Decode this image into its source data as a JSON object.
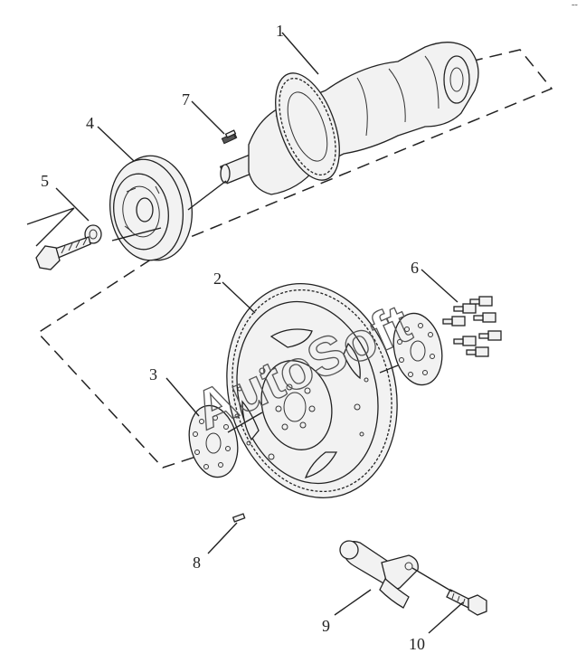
{
  "callouts": [
    {
      "number": "1"
    },
    {
      "number": "2"
    },
    {
      "number": "3"
    },
    {
      "number": "4"
    },
    {
      "number": "5"
    },
    {
      "number": "6"
    },
    {
      "number": "7"
    },
    {
      "number": "8"
    },
    {
      "number": "9"
    },
    {
      "number": "10"
    }
  ],
  "watermark": "AutoSoft",
  "corner_mark": "˜˜"
}
